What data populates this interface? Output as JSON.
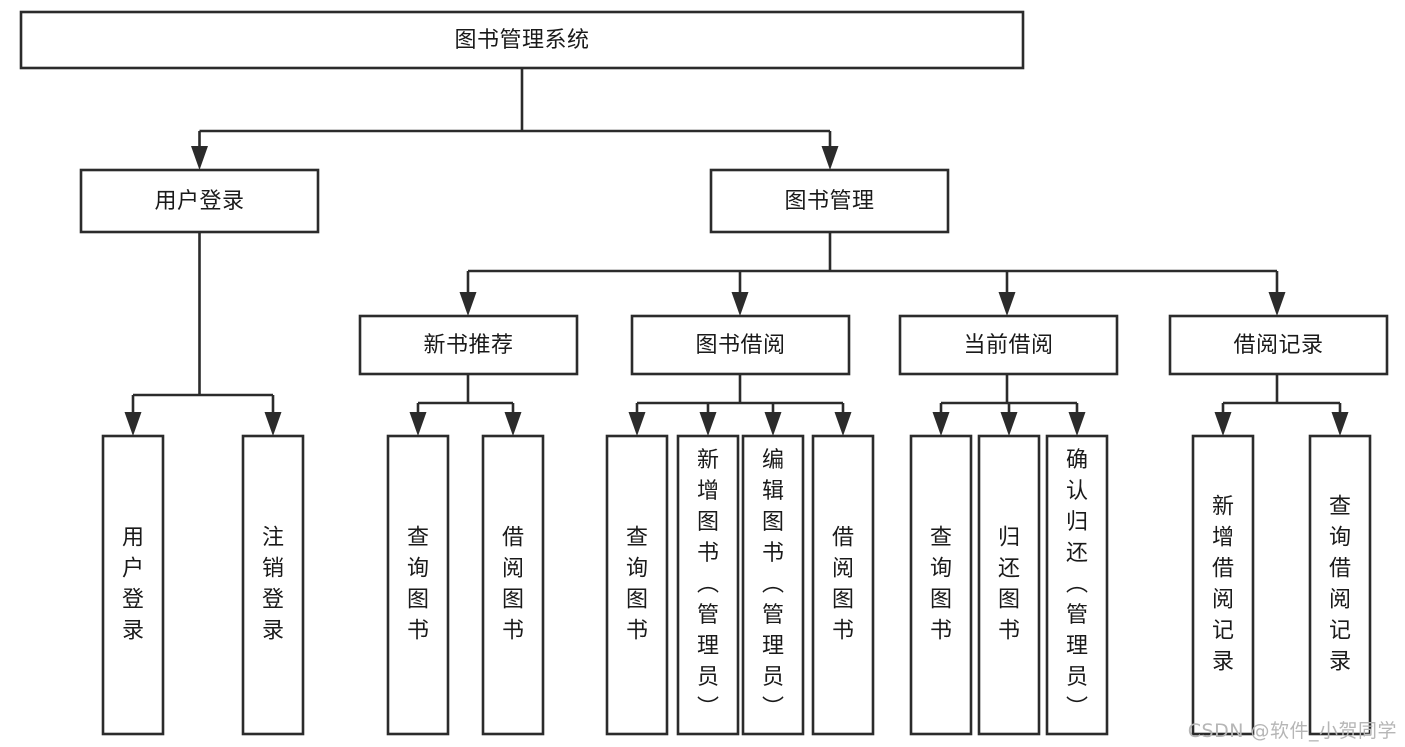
{
  "diagram": {
    "title": "图书管理系统",
    "type": "tree-hierarchy",
    "orientation": "top-down",
    "colors": {
      "box_stroke": "#2b2b2b",
      "box_fill": "#ffffff",
      "edge": "#2b2b2b",
      "text": "#1a1a1a",
      "background": "#ffffff",
      "watermark": "#b6b6b6"
    }
  },
  "watermark": {
    "text": "CSDN @软件_小贺同学"
  },
  "nodes": {
    "root": {
      "label": "图书管理系统",
      "level": 0,
      "orientation": "horizontal"
    },
    "l1_user_login": {
      "label": "用户登录",
      "level": 1,
      "orientation": "horizontal"
    },
    "l1_book_mgmt": {
      "label": "图书管理",
      "level": 1,
      "orientation": "horizontal"
    },
    "l2_new_book_rec": {
      "label": "新书推荐",
      "level": 2,
      "orientation": "horizontal"
    },
    "l2_book_borrow": {
      "label": "图书借阅",
      "level": 2,
      "orientation": "horizontal"
    },
    "l2_current_borrow": {
      "label": "当前借阅",
      "level": 2,
      "orientation": "horizontal"
    },
    "l2_borrow_record": {
      "label": "借阅记录",
      "level": 2,
      "orientation": "horizontal"
    },
    "leaf_user_login": {
      "label": "用户登录",
      "level": 3,
      "orientation": "vertical"
    },
    "leaf_logout_login": {
      "label": "注销登录",
      "level": 3,
      "orientation": "vertical"
    },
    "leaf_query_book_a": {
      "label": "查询图书",
      "level": 3,
      "orientation": "vertical"
    },
    "leaf_borrow_book_a": {
      "label": "借阅图书",
      "level": 3,
      "orientation": "vertical"
    },
    "leaf_query_book_b": {
      "label": "查询图书",
      "level": 3,
      "orientation": "vertical"
    },
    "leaf_add_book": {
      "label": "新增图书（管理员）",
      "level": 3,
      "orientation": "vertical"
    },
    "leaf_edit_book": {
      "label": "编辑图书（管理员）",
      "level": 3,
      "orientation": "vertical"
    },
    "leaf_borrow_book_b": {
      "label": "借阅图书",
      "level": 3,
      "orientation": "vertical"
    },
    "leaf_query_book_c": {
      "label": "查询图书",
      "level": 3,
      "orientation": "vertical"
    },
    "leaf_return_book": {
      "label": "归还图书",
      "level": 3,
      "orientation": "vertical"
    },
    "leaf_confirm_return": {
      "label": "确认归还（管理员）",
      "level": 3,
      "orientation": "vertical"
    },
    "leaf_add_record": {
      "label": "新增借阅记录",
      "level": 3,
      "orientation": "vertical"
    },
    "leaf_query_record": {
      "label": "查询借阅记录",
      "level": 3,
      "orientation": "vertical"
    }
  },
  "tree": {
    "label": "图书管理系统",
    "children": [
      {
        "label": "用户登录",
        "children": [
          {
            "label": "用户登录",
            "children": []
          },
          {
            "label": "注销登录",
            "children": []
          }
        ]
      },
      {
        "label": "图书管理",
        "children": [
          {
            "label": "新书推荐",
            "children": [
              {
                "label": "查询图书",
                "children": []
              },
              {
                "label": "借阅图书",
                "children": []
              }
            ]
          },
          {
            "label": "图书借阅",
            "children": [
              {
                "label": "查询图书",
                "children": []
              },
              {
                "label": "新增图书（管理员）",
                "children": []
              },
              {
                "label": "编辑图书（管理员）",
                "children": []
              },
              {
                "label": "借阅图书",
                "children": []
              }
            ]
          },
          {
            "label": "当前借阅",
            "children": [
              {
                "label": "查询图书",
                "children": []
              },
              {
                "label": "归还图书",
                "children": []
              },
              {
                "label": "确认归还（管理员）",
                "children": []
              }
            ]
          },
          {
            "label": "借阅记录",
            "children": [
              {
                "label": "新增借阅记录",
                "children": []
              },
              {
                "label": "查询借阅记录",
                "children": []
              }
            ]
          }
        ]
      }
    ]
  }
}
